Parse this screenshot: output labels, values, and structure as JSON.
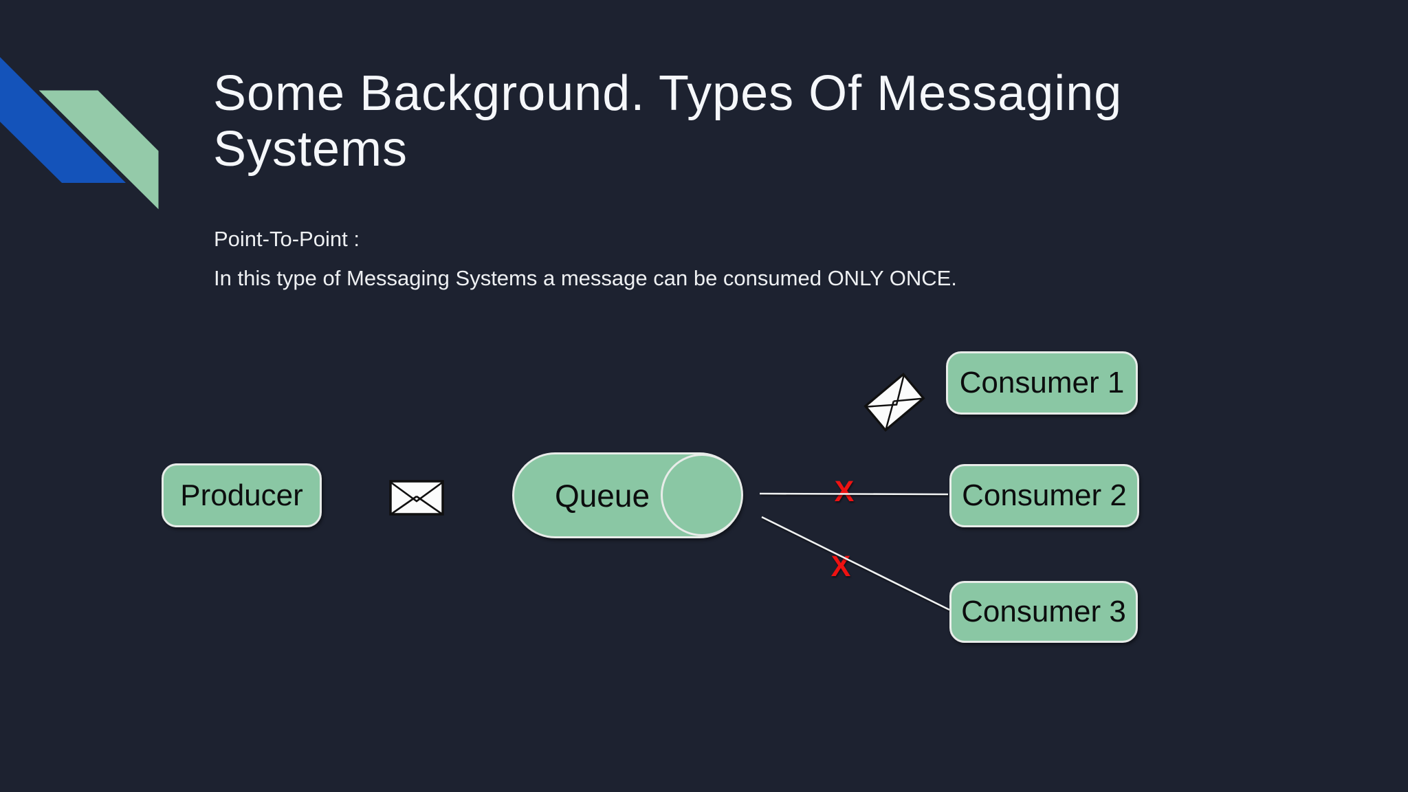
{
  "slide": {
    "title_lines": [
      "Some Background. Types Of Messaging",
      "Systems"
    ],
    "subtitle": "Point-To-Point :",
    "body_text": "In this type of Messaging Systems a message can be consumed ONLY ONCE."
  },
  "diagram": {
    "producer_label": "Producer",
    "queue_label": "Queue",
    "consumer_labels": [
      "Consumer 1",
      "Consumer 2",
      "Consumer 3"
    ],
    "blocked_marker": "X",
    "icons": {
      "message_in_transit": "envelope-icon",
      "message_delivered": "envelope-icon-rotated"
    }
  },
  "colors": {
    "background": "#1d2230",
    "node_green": "#8ac7a4",
    "corner_ribbon_blue": "#1453ba",
    "corner_ribbon_green": "#94caa9",
    "node_border": "#e8ece9",
    "connector_line": "#f0f2f2",
    "blocked_red": "#ee1212",
    "title_text": "#f5f7fa",
    "body_text": "#eef0f2",
    "node_text": "#0c0d0e"
  }
}
